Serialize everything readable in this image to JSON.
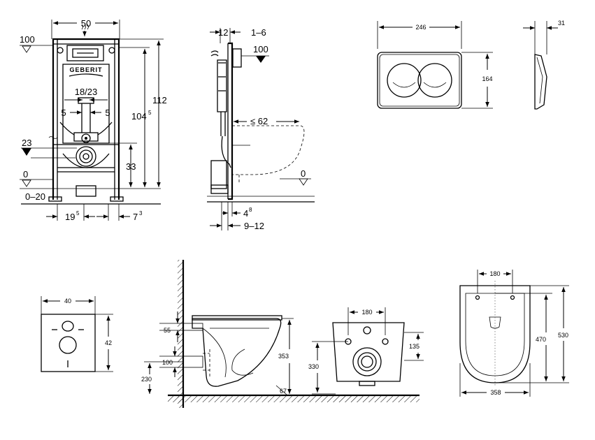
{
  "drawing_frame": {
    "brand": "GEBERIT",
    "width": "50",
    "height_total": "112",
    "height_mid": "104",
    "height_mid_sup": "5",
    "level_top": "100",
    "level_inlet": "23",
    "level_zero": "0",
    "level_floor": "0–20",
    "spacing_bolts": "18/23",
    "offset_left": "5",
    "offset_right": "5",
    "height_outlet": "33",
    "bottom_left": "19",
    "bottom_left_sup": "5",
    "bottom_right": "7",
    "bottom_right_sup": "3"
  },
  "drawing_side": {
    "top_a": "12",
    "top_b": "1–6",
    "level_top": "100",
    "depth": "≤ 62",
    "level_zero": "0",
    "bottom_a": "4",
    "bottom_a_sup": "8",
    "bottom_b": "9–12"
  },
  "drawing_plate": {
    "width": "246",
    "height": "164"
  },
  "drawing_plate_side": {
    "depth": "31"
  },
  "drawing_wallplate": {
    "width": "40",
    "height": "42"
  },
  "drawing_wc_side": {
    "d_55": "55",
    "d_100": "100",
    "d_230": "230",
    "d_353": "353",
    "d_67": "67"
  },
  "drawing_wc_back": {
    "d_180": "180",
    "d_135": "135",
    "d_330": "330"
  },
  "drawing_wc_top": {
    "d_180": "180",
    "d_470": "470",
    "d_530": "530",
    "d_358": "358"
  }
}
